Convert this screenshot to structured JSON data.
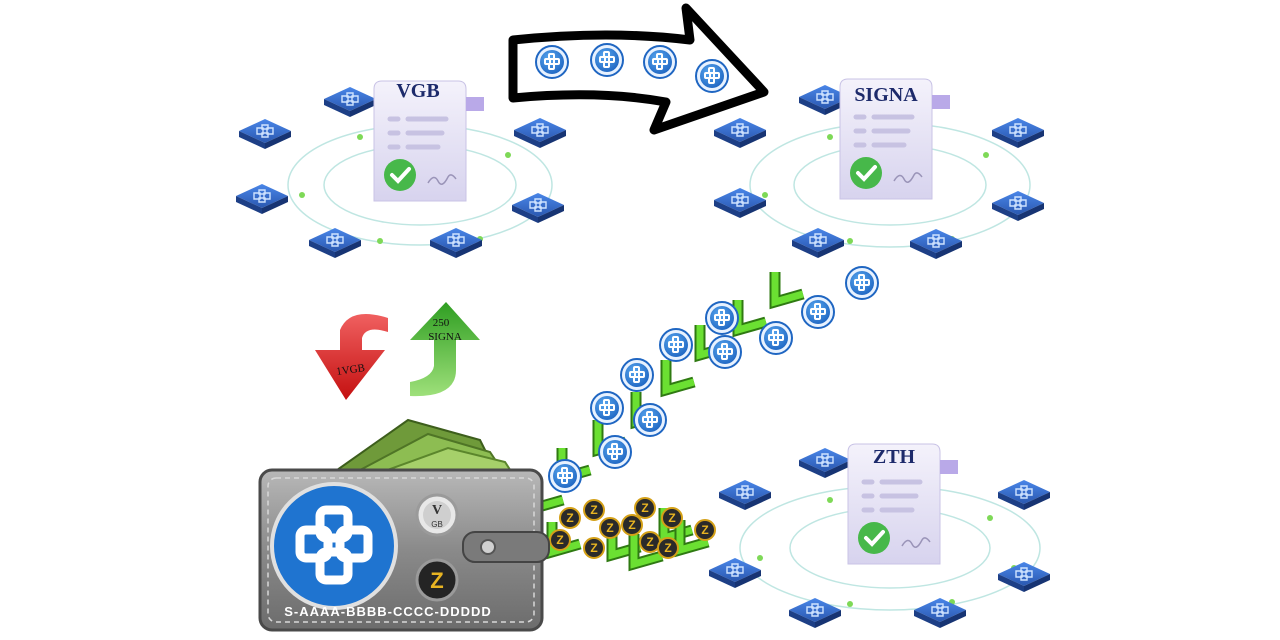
{
  "networks": [
    {
      "id": "vgb",
      "doc_title": "VGB"
    },
    {
      "id": "signa",
      "doc_title": "SIGNA"
    },
    {
      "id": "zth",
      "doc_title": "ZTH"
    }
  ],
  "exchange": {
    "down_label": "1VGB",
    "up_amount": "250",
    "up_currency": "SIGNA"
  },
  "wallet": {
    "address": "S-AAAA-BBBB-CCCC-DDDDD",
    "coin_v_letter": "V",
    "coin_v_sub": "GB",
    "coin_z_letter": "Z"
  },
  "token_letter": "Z",
  "colors": {
    "node_blue": "#2f5fb8",
    "token_blue": "#2a7bd6",
    "check_green": "#4cc22a",
    "arrow_red": "#d91f1f",
    "arrow_green": "#3fae2a",
    "wallet_grey": "#8e8e8e"
  },
  "icons": [
    "node-chip-icon",
    "document-icon",
    "checkmark-icon",
    "token-icon",
    "big-arrow-icon",
    "wallet-icon",
    "cash-icon"
  ]
}
